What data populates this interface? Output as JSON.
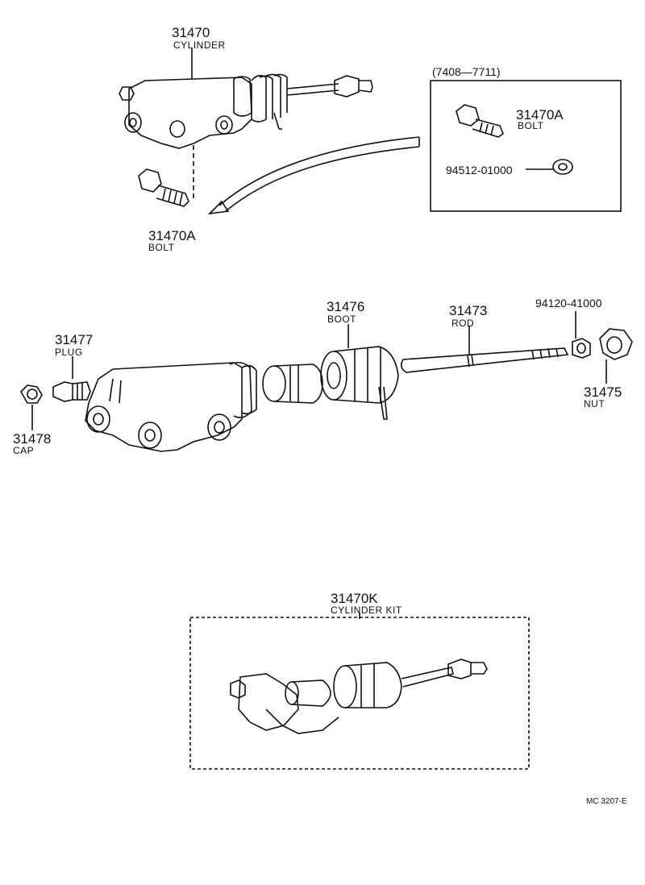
{
  "cylinder_assembly": {
    "part_number": "31470",
    "name": "CYLINDER"
  },
  "bolt_main": {
    "part_number": "31470A",
    "name": "BOLT"
  },
  "inset": {
    "date_range": "(7408—7711)",
    "bolt_part_number": "31470A",
    "bolt_name": "BOLT",
    "washer_part_number": "94512-01000"
  },
  "plug": {
    "part_number": "31477",
    "name": "PLUG"
  },
  "cap": {
    "part_number": "31478",
    "name": "CAP"
  },
  "boot": {
    "part_number": "31476",
    "name": "BOOT"
  },
  "rod": {
    "part_number": "31473",
    "name": "ROD"
  },
  "lock_nut": {
    "part_number": "94120-41000"
  },
  "nut": {
    "part_number": "31475",
    "name": "NUT"
  },
  "kit": {
    "part_number": "31470K",
    "name": "CYLINDER KIT"
  },
  "drawing_code": "MC 3207-E"
}
